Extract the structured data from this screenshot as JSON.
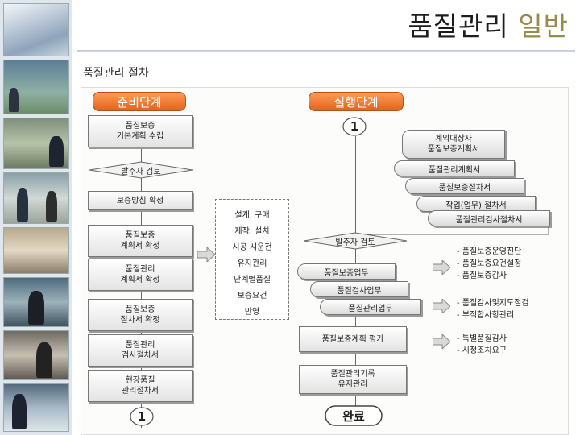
{
  "header": {
    "title_part1": "품질관리",
    "title_part2": "일반",
    "subtitle": "품질관리 절차"
  },
  "phases": {
    "prep": "준비단계",
    "exec": "실행단계"
  },
  "prep_flow": {
    "step1": "품질보증\n기본계획 수립",
    "decision": "발주자 검토",
    "step2": "보증방침 확정",
    "step3": "품질보증\n계획서 확정",
    "step4": "품질관리\n계획서 확정",
    "step5": "품질보증\n절차서 확정",
    "step6": "품질관리\n검사절차서",
    "step7": "현장품질\n관리절차서",
    "connector_end": "1"
  },
  "middle_panel": {
    "lines": [
      "설계, 구매",
      "제작, 설치",
      "시공 시운전",
      "유지관리",
      "단계별품질",
      "보증요건",
      "반영"
    ]
  },
  "exec_flow": {
    "connector_start": "1",
    "doc_stack": [
      "계약대상자\n품질보증계획서",
      "품질관리계획서",
      "품질보증절차서",
      "작업(업무) 절차서",
      "품질관리검사절차서"
    ],
    "decision": "발주자 검토",
    "tabs": [
      "품질보증업무",
      "품질검사업무",
      "품질관리업무"
    ],
    "eval": "품질보증계획 평가",
    "record": "품질관리기록\n유지관리",
    "end_label": "완료"
  },
  "notes": {
    "group1": [
      "- 품질보증운영진단",
      "- 품질보증요건설정",
      "- 품질보증감사"
    ],
    "group2": [
      "- 품질감사및지도점검",
      "- 부적합사항관리"
    ],
    "group3": [
      "- 특별품질감사",
      "- 시정조치요구"
    ]
  },
  "colors": {
    "phase_orange": "#e2641e",
    "title_gold": "#9a8a4c"
  }
}
